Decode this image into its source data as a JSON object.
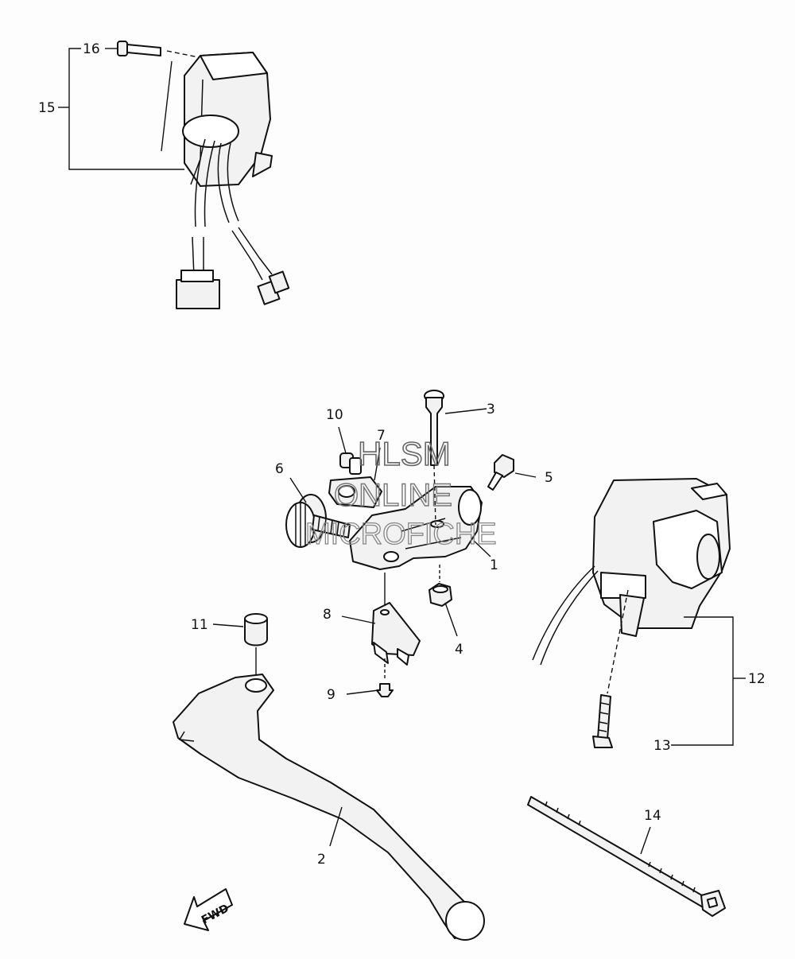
{
  "callouts": {
    "c1": "1",
    "c2": "2",
    "c3": "3",
    "c4": "4",
    "c5": "5",
    "c6": "6",
    "c7": "7",
    "c8": "8",
    "c9": "9",
    "c10": "10",
    "c11": "11",
    "c12": "12",
    "c13": "13",
    "c14": "14",
    "c15": "15",
    "c16": "16"
  },
  "watermark": {
    "line1": "HLSM",
    "line2": "ONLINE",
    "line3": "MICROFICHE"
  },
  "direction_indicator": {
    "label": "FWD",
    "icon": "arrow-forward-icon"
  }
}
